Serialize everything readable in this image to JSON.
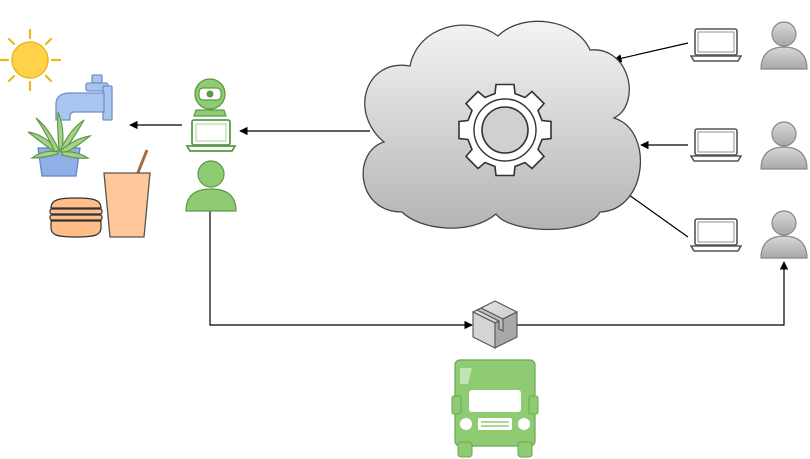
{
  "diagram": {
    "nodes": [
      {
        "id": "sun",
        "icon": "sun-icon"
      },
      {
        "id": "faucet",
        "icon": "faucet-icon"
      },
      {
        "id": "plant",
        "icon": "plant-icon"
      },
      {
        "id": "burger",
        "icon": "burger-icon"
      },
      {
        "id": "drink",
        "icon": "drink-cup-icon"
      },
      {
        "id": "webcam",
        "icon": "webcam-icon"
      },
      {
        "id": "local-laptop",
        "icon": "laptop-icon"
      },
      {
        "id": "local-user",
        "icon": "user-icon"
      },
      {
        "id": "cloud",
        "icon": "cloud-icon"
      },
      {
        "id": "gear",
        "icon": "gear-icon"
      },
      {
        "id": "remote-laptop-1",
        "icon": "laptop-icon"
      },
      {
        "id": "remote-laptop-2",
        "icon": "laptop-icon"
      },
      {
        "id": "remote-laptop-3",
        "icon": "laptop-icon"
      },
      {
        "id": "remote-user-1",
        "icon": "user-icon"
      },
      {
        "id": "remote-user-2",
        "icon": "user-icon"
      },
      {
        "id": "remote-user-3",
        "icon": "user-icon"
      },
      {
        "id": "package",
        "icon": "package-icon"
      },
      {
        "id": "truck",
        "icon": "truck-icon"
      }
    ],
    "edges": [
      {
        "from": "cloud",
        "to": "local-laptop"
      },
      {
        "from": "local-laptop",
        "to": "garden"
      },
      {
        "from": "remote-laptop-1",
        "to": "cloud"
      },
      {
        "from": "remote-laptop-2",
        "to": "cloud"
      },
      {
        "from": "remote-laptop-3",
        "to": "cloud"
      },
      {
        "from": "local-user",
        "to": "remote-user-3",
        "via": "package"
      }
    ],
    "colors": {
      "green_fill": "#8fcb72",
      "green_stroke": "#5a9a44",
      "gray_fill": "#b0b0b0",
      "gray_stroke": "#777777",
      "cloud_top": "#f2f2f2",
      "cloud_bottom": "#b8b8b8",
      "sun": "#ffd24a",
      "faucet": "#9dbbe8",
      "burger": "#ffb880",
      "drink": "#ffc89a",
      "arrow": "#000000"
    }
  }
}
